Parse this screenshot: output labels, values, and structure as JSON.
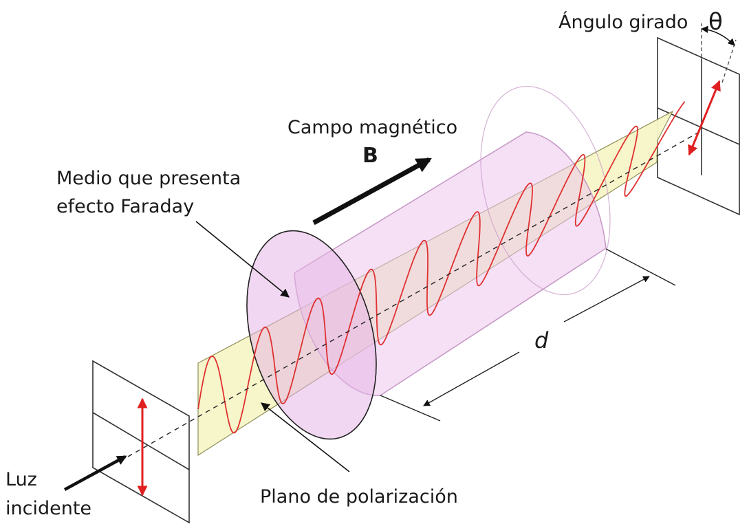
{
  "labels": {
    "rotated_angle": "Ángulo girado",
    "theta": "θ",
    "magnetic_field": "Campo magnético",
    "field_symbol": "B",
    "medium_line1": "Medio que presenta",
    "medium_line2": "efecto Faraday",
    "length_symbol": "d",
    "incident_line1": "Luz",
    "incident_line2": "incidente",
    "polarization_plane": "Plano de polarización"
  },
  "colors": {
    "wave": "#e03030",
    "polarization_arrow": "#e02020",
    "plane_fill": "#f7f5c8",
    "cylinder_fill": "#ecc6ec",
    "cylinder_stroke": "#c89ac8",
    "ink": "#111111"
  }
}
